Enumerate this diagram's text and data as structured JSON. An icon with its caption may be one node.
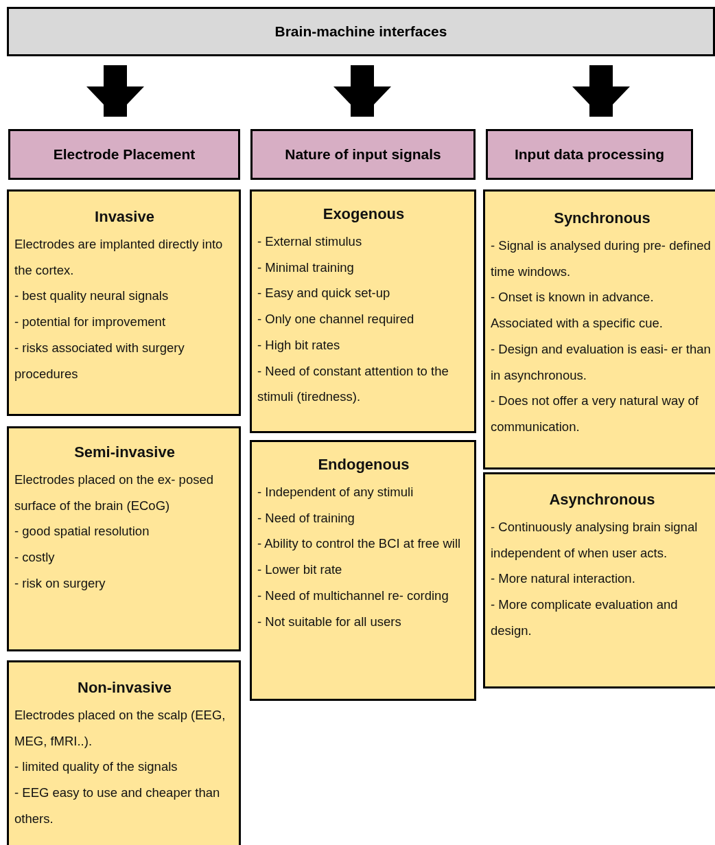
{
  "diagram": {
    "nodes": [
      {
        "text": [
          "Brain-machine interfaces"
        ]
      },
      {
        "text": [
          "Electrode Placement"
        ]
      },
      {
        "text": [
          "Nature of input signals"
        ]
      },
      {
        "text": [
          "Input data processing"
        ]
      },
      {
        "text": [
          "Invasive",
          "Electrodes are implanted directly into the cortex.",
          "- best quality neural signals",
          "- potential for improvement",
          "- risks associated with surgery procedures"
        ]
      },
      {
        "text": [
          "Semi-invasive",
          "Electrodes placed on the ex- posed surface of the brain (ECoG)",
          "- good spatial resolution",
          "- costly",
          "- risk on surgery"
        ]
      },
      {
        "text": [
          "Non-invasive",
          "Electrodes placed on the scalp (EEG, MEG, fMRI..).",
          "- limited quality of the signals",
          "- EEG easy to use and cheaper than others."
        ]
      },
      {
        "text": [
          "Exogenous",
          "- External stimulus",
          "- Minimal training",
          "- Easy and quick set-up",
          "- Only one channel required",
          "- High bit rates",
          "- Need of constant attention to the stimuli (tiredness)."
        ]
      },
      {
        "text": [
          "Endogenous",
          "- Independent of any stimuli",
          "- Need of training",
          "- Ability to control the BCI at free will",
          "- Lower bit rate",
          "- Need of multichannel re- cording",
          "- Not suitable for all users"
        ]
      },
      {
        "text": [
          "Synchronous",
          "- Signal is analysed during pre- defined time windows.",
          "- Onset is known in advance. Associated with a specific cue.",
          "- Design and evaluation is easi- er than in asynchronous.",
          "- Does not offer a very natural way of communication."
        ]
      },
      {
        "text": [
          "Asynchronous",
          "- Continuously analysing brain signal independent of when user acts.",
          "- More natural interaction.",
          "- More complicate evaluation and design."
        ]
      }
    ],
    "edges": [
      {
        "from": 0,
        "to": 1,
        "arrow": "to"
      },
      {
        "from": 0,
        "to": 2,
        "arrow": "to"
      },
      {
        "from": 0,
        "to": 3,
        "arrow": "to"
      }
    ]
  }
}
